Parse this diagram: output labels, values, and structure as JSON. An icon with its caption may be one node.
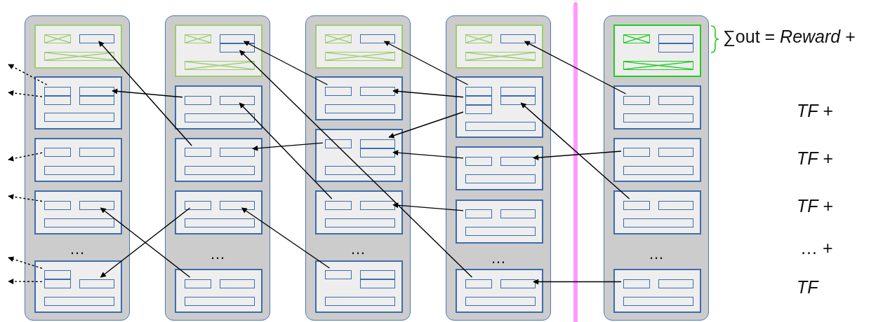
{
  "diagram": {
    "nodes": [
      {
        "text": [
          "…"
        ]
      },
      {
        "text": [],
        "shape": "box",
        "in": 0
      },
      {
        "text": [],
        "shape": "box",
        "in": 1
      },
      {
        "text": [],
        "shape": "box",
        "in": 1
      },
      {
        "text": [],
        "shape": "box",
        "in": 1
      },
      {
        "text": [],
        "shape": "box",
        "in": 0
      },
      {
        "text": [],
        "shape": "box",
        "in": 5
      },
      {
        "text": [],
        "shape": "box",
        "in": 5
      },
      {
        "text": [],
        "shape": "box",
        "in": 5
      },
      {
        "text": [],
        "shape": "box",
        "in": 5
      },
      {
        "text": [],
        "shape": "box",
        "in": 5
      },
      {
        "text": [],
        "shape": "box",
        "in": 0
      },
      {
        "text": [],
        "shape": "box",
        "in": 11
      },
      {
        "text": [],
        "shape": "box",
        "in": 11
      },
      {
        "text": [],
        "shape": "box",
        "in": 11
      },
      {
        "text": [],
        "shape": "box",
        "in": 0
      },
      {
        "text": [],
        "shape": "box",
        "in": 15
      },
      {
        "text": [],
        "shape": "box",
        "in": 15
      },
      {
        "text": [],
        "shape": "box",
        "in": 15
      },
      {
        "text": [],
        "shape": "box",
        "in": 0
      },
      {
        "text": [],
        "shape": "box",
        "in": 19
      },
      {
        "text": [],
        "shape": "box",
        "in": 19
      },
      {
        "text": [],
        "shape": "box",
        "in": 19
      },
      {
        "text": [],
        "shape": "box",
        "in": 19
      },
      {
        "text": [
          "…"
        ]
      },
      {
        "text": [],
        "shape": "box",
        "in": 24
      },
      {
        "text": [],
        "shape": "box",
        "in": 25
      },
      {
        "text": [],
        "shape": "box",
        "in": 25
      },
      {
        "text": [],
        "shape": "box",
        "in": 25
      },
      {
        "text": [],
        "shape": "box",
        "in": 25
      },
      {
        "text": [],
        "shape": "box",
        "in": 24
      },
      {
        "text": [],
        "shape": "box",
        "in": 30
      },
      {
        "text": [],
        "shape": "box",
        "in": 30
      },
      {
        "text": [],
        "shape": "box",
        "in": 30
      },
      {
        "text": [],
        "shape": "box",
        "in": 24
      },
      {
        "text": [],
        "shape": "box",
        "in": 34
      },
      {
        "text": [],
        "shape": "box",
        "in": 34
      },
      {
        "text": [],
        "shape": "box",
        "in": 34
      },
      {
        "text": [],
        "shape": "box",
        "in": 24
      },
      {
        "text": [],
        "shape": "box",
        "in": 38
      },
      {
        "text": [],
        "shape": "box",
        "in": 38
      },
      {
        "text": [],
        "shape": "box",
        "in": 38
      },
      {
        "text": [],
        "shape": "box",
        "in": 24
      },
      {
        "text": [],
        "shape": "box",
        "in": 42
      },
      {
        "text": [],
        "shape": "box",
        "in": 42
      },
      {
        "text": [],
        "shape": "box",
        "in": 42
      },
      {
        "text": [
          "…"
        ]
      },
      {
        "text": [],
        "shape": "box",
        "in": 46
      },
      {
        "text": [],
        "shape": "box",
        "in": 47
      },
      {
        "text": [],
        "shape": "box",
        "in": 47
      },
      {
        "text": [],
        "shape": "box",
        "in": 47
      },
      {
        "text": [],
        "shape": "box",
        "in": 46
      },
      {
        "text": [],
        "shape": "box",
        "in": 51
      },
      {
        "text": [],
        "shape": "box",
        "in": 51
      },
      {
        "text": [],
        "shape": "box",
        "in": 51
      },
      {
        "text": [],
        "shape": "box",
        "in": 46
      },
      {
        "text": [],
        "shape": "box",
        "in": 55
      },
      {
        "text": [],
        "shape": "box",
        "in": 55
      },
      {
        "text": [],
        "shape": "box",
        "in": 55
      },
      {
        "text": [],
        "shape": "box",
        "in": 55
      },
      {
        "text": [],
        "shape": "box",
        "in": 46
      },
      {
        "text": [],
        "shape": "box",
        "in": 60
      },
      {
        "text": [],
        "shape": "box",
        "in": 60
      },
      {
        "text": [],
        "shape": "box",
        "in": 60
      },
      {
        "text": [],
        "shape": "box",
        "in": 46
      },
      {
        "text": [],
        "shape": "box",
        "in": 64
      },
      {
        "text": [],
        "shape": "box",
        "in": 64
      },
      {
        "text": [],
        "shape": "box",
        "in": 64
      },
      {
        "text": [],
        "shape": "box",
        "in": 64
      },
      {
        "text": [
          "…"
        ]
      },
      {
        "text": [],
        "shape": "box",
        "in": 69
      },
      {
        "text": [],
        "shape": "box",
        "in": 70
      },
      {
        "text": [],
        "shape": "box",
        "in": 70
      },
      {
        "text": [],
        "shape": "box",
        "in": 70
      },
      {
        "text": [],
        "shape": "box",
        "in": 69
      },
      {
        "text": [],
        "shape": "box",
        "in": 74
      },
      {
        "text": [],
        "shape": "box",
        "in": 74
      },
      {
        "text": [],
        "shape": "box",
        "in": 74
      },
      {
        "text": [],
        "shape": "box",
        "in": 74
      },
      {
        "text": [],
        "shape": "box",
        "in": 74
      },
      {
        "text": [],
        "shape": "box",
        "in": 74
      },
      {
        "text": [],
        "shape": "box",
        "in": 69
      },
      {
        "text": [],
        "shape": "box",
        "in": 81
      },
      {
        "text": [],
        "shape": "box",
        "in": 81
      },
      {
        "text": [],
        "shape": "box",
        "in": 81
      },
      {
        "text": [],
        "shape": "box",
        "in": 69
      },
      {
        "text": [],
        "shape": "box",
        "in": 85
      },
      {
        "text": [],
        "shape": "box",
        "in": 85
      },
      {
        "text": [],
        "shape": "box",
        "in": 85
      },
      {
        "text": [],
        "shape": "box",
        "in": 69
      },
      {
        "text": [],
        "shape": "box",
        "in": 89
      },
      {
        "text": [],
        "shape": "box",
        "in": 89
      },
      {
        "text": [],
        "shape": "box",
        "in": 89
      },
      {
        "text": [
          "…"
        ]
      },
      {
        "text": [],
        "shape": "box",
        "in": 93
      },
      {
        "text": [],
        "shape": "box",
        "in": 94
      },
      {
        "text": [],
        "shape": "box",
        "in": 94
      },
      {
        "text": [],
        "shape": "box",
        "in": 94
      },
      {
        "text": [],
        "shape": "box",
        "in": 94
      },
      {
        "text": [],
        "shape": "box",
        "in": 93
      },
      {
        "text": [],
        "shape": "box",
        "in": 99
      },
      {
        "text": [],
        "shape": "box",
        "in": 99
      },
      {
        "text": [],
        "shape": "box",
        "in": 99
      },
      {
        "text": [],
        "shape": "box",
        "in": 93
      },
      {
        "text": [],
        "shape": "box",
        "in": 103
      },
      {
        "text": [],
        "shape": "box",
        "in": 103
      },
      {
        "text": [],
        "shape": "box",
        "in": 103
      },
      {
        "text": [],
        "shape": "box",
        "in": 93
      },
      {
        "text": [],
        "shape": "box",
        "in": 107
      },
      {
        "text": [],
        "shape": "box",
        "in": 107
      },
      {
        "text": [],
        "shape": "box",
        "in": 107
      },
      {
        "text": [],
        "shape": "box",
        "in": 93
      },
      {
        "text": [],
        "shape": "box",
        "in": 111
      },
      {
        "text": [],
        "shape": "box",
        "in": 111
      },
      {
        "text": [],
        "shape": "box",
        "in": 111
      }
    ],
    "edges": [
      {
        "from": 100,
        "to": 72,
        "arrow": "to"
      },
      {
        "from": 104,
        "to": 83,
        "arrow": "to"
      },
      {
        "from": 108,
        "to": 79,
        "arrow": "to"
      },
      {
        "from": 112,
        "to": 91,
        "arrow": "to"
      },
      {
        "from": 75,
        "to": 49,
        "arrow": "to"
      },
      {
        "from": 76,
        "to": 53,
        "arrow": "to"
      },
      {
        "from": 77,
        "to": 57,
        "arrow": "to"
      },
      {
        "from": 82,
        "to": 58,
        "arrow": "to"
      },
      {
        "from": 86,
        "to": 62,
        "arrow": "to"
      },
      {
        "from": 90,
        "to": 28,
        "arrow": "to"
      },
      {
        "from": 52,
        "to": 27,
        "arrow": "to"
      },
      {
        "from": 56,
        "to": 36,
        "arrow": "to"
      },
      {
        "from": 61,
        "to": 32,
        "arrow": "to"
      },
      {
        "from": 65,
        "to": 40,
        "arrow": "to"
      },
      {
        "from": 31,
        "to": 8,
        "arrow": "to"
      },
      {
        "from": 35,
        "to": 3,
        "arrow": "to"
      },
      {
        "from": 39,
        "to": 22,
        "arrow": "to"
      },
      {
        "from": 43,
        "to": 17,
        "arrow": "to"
      },
      {
        "from": 6,
        "to": null,
        "arrow": "to",
        "style": "dashed"
      },
      {
        "from": 7,
        "to": null,
        "arrow": "to",
        "style": "dashed"
      },
      {
        "from": 12,
        "to": null,
        "arrow": "to",
        "style": "dashed"
      },
      {
        "from": 16,
        "to": null,
        "arrow": "to",
        "style": "dashed"
      },
      {
        "from": 20,
        "to": null,
        "arrow": "to",
        "style": "dashed"
      },
      {
        "from": 21,
        "to": null,
        "arrow": "to",
        "style": "dashed"
      }
    ],
    "labels": [
      "∑out = *Reward* +",
      "*TF* +",
      "*TF* +",
      "*TF* +",
      "… +",
      "*TF*"
    ]
  }
}
